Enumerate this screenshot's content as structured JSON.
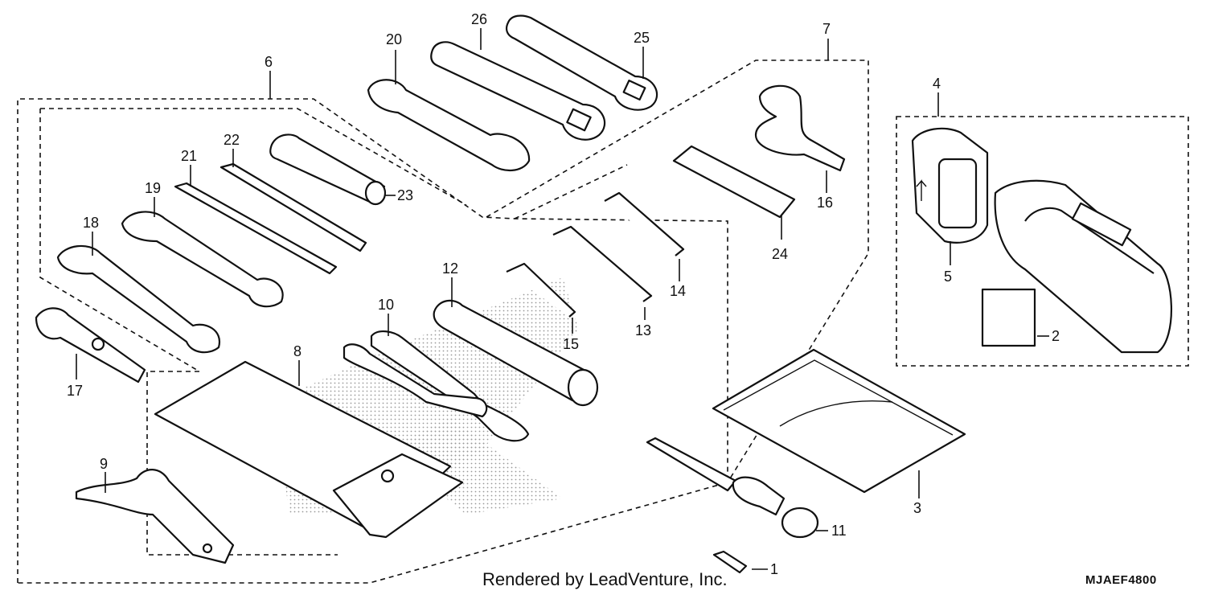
{
  "callouts": [
    "1",
    "2",
    "3",
    "4",
    "5",
    "6",
    "7",
    "8",
    "9",
    "10",
    "11",
    "12",
    "13",
    "14",
    "15",
    "16",
    "17",
    "18",
    "19",
    "20",
    "21",
    "22",
    "23",
    "24",
    "25",
    "26"
  ],
  "footer_text": "Rendered by LeadVenture, Inc.",
  "diagram_code": "MJAEF4800"
}
